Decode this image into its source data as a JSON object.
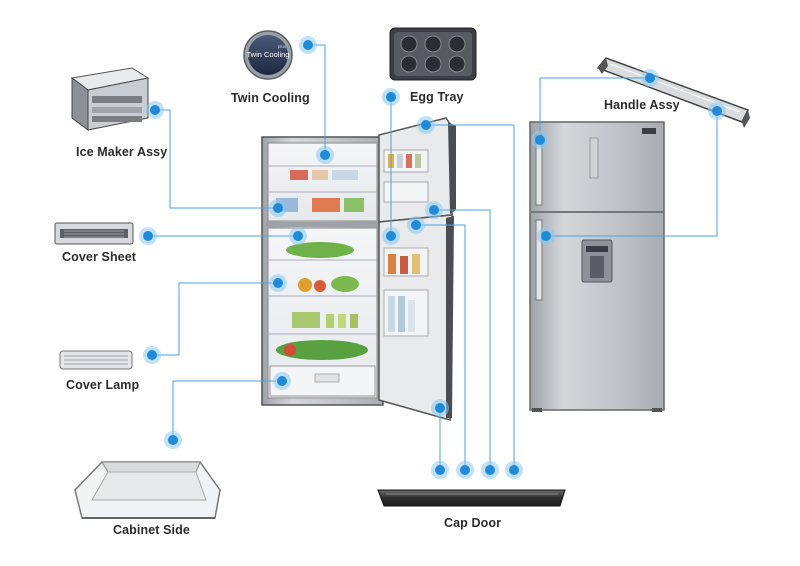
{
  "labels": {
    "twin_cooling": "Twin Cooling",
    "egg_tray": "Egg Tray",
    "handle_assy": "Handle Assy",
    "ice_maker_assy": "Ice Maker Assy",
    "cover_sheet": "Cover Sheet",
    "cover_lamp": "Cover Lamp",
    "cabinet_side": "Cabinet Side",
    "cap_door": "Cap Door"
  },
  "twin_cooling_badge": {
    "line1": "Twin Cooling",
    "line2": "plus"
  },
  "colors": {
    "accent": "#1f8ad8",
    "accent_halo": "#8cc8f0",
    "line": "#4aa3e0",
    "label": "#2b2b2b",
    "steel": "#b9bdc2"
  }
}
